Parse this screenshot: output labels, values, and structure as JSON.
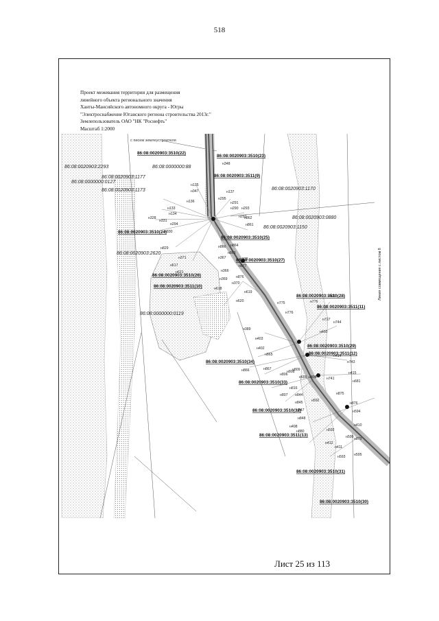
{
  "page_number": "518",
  "header": {
    "lines": [
      "Проект межевания территории для размещения",
      "линейного объекта регионального значения",
      "Ханты-Мансийского автономного округа - Югры",
      "\"Электроснабжение Юганского региона строительства 2013г.\"",
      "Землепользователь ОАО \"НК \"Роснефть\"",
      "Масштаб 1:2000"
    ]
  },
  "top_edge_note": "с писем землеустроителя",
  "side_note": "Линия совмещения с листом 8",
  "parcels_underlined": [
    "86:08:0020903:3510(22)",
    "86:08:0020903:3510(23)",
    "86:08:0020903:3511(9)",
    "86:08:0020903:3510(24)",
    "86:08:0020903:3510(25)",
    "86:08:0020903:3510(27)",
    "86:08:0020903:3510(26)",
    "86:08:0020903:3511(10)",
    "86:08:0020903:3510(28)",
    "86:08:0020903:3511(11)",
    "86:08:0020903:3510(29)",
    "86:08:0020903:3511(12)",
    "86:08:0020903:3510(34)",
    "86:08:0020903:3510(33)",
    "86:08:0020903:3510(32)",
    "86:08:0020903:3511(13)",
    "86:08:0020903:3510(31)",
    "86:08:0020903:3510(30)"
  ],
  "parcels_italic": [
    "86:08:0020903:2293",
    "86:08:0000000:88",
    "86:08:0020903:1177",
    "86:08:0000000:0127",
    "86:08:0020903:1173",
    "86:08:0020903:1170",
    "86:08:0020903:0880",
    "86:08:0020903:1150",
    "86:08:0020903:2620",
    "86:08:0000000:0119"
  ],
  "points": [
    "н348",
    "н135",
    "н347",
    "н137",
    "н136",
    "н291",
    "н295",
    "н133",
    "н290",
    "н293",
    "н134",
    "н328",
    "н331",
    "н294",
    "н292",
    "н862",
    "н861",
    "н830",
    "н829",
    "н866",
    "н864",
    "н863",
    "н371",
    "н367",
    "н878",
    "н877",
    "н617",
    "н621",
    "н366",
    "н876",
    "н369",
    "н370",
    "н618",
    "н619",
    "н620",
    "н775",
    "н776",
    "н420",
    "н776",
    "н727",
    "н744",
    "н403",
    "н389",
    "н403",
    "н402",
    "н865",
    "н414",
    "н743",
    "н415",
    "н609",
    "н808",
    "н806",
    "н809",
    "н867",
    "н866",
    "н808",
    "н741",
    "н807",
    "н844",
    "н845",
    "н847",
    "н875",
    "н592",
    "н876",
    "н594",
    "н848",
    "н408",
    "н880",
    "н410",
    "н412",
    "н599",
    "н592",
    "н411",
    "н879",
    "н595",
    "н593",
    "н816",
    "н681"
  ],
  "sheet_label": "Лист 25 из 113"
}
